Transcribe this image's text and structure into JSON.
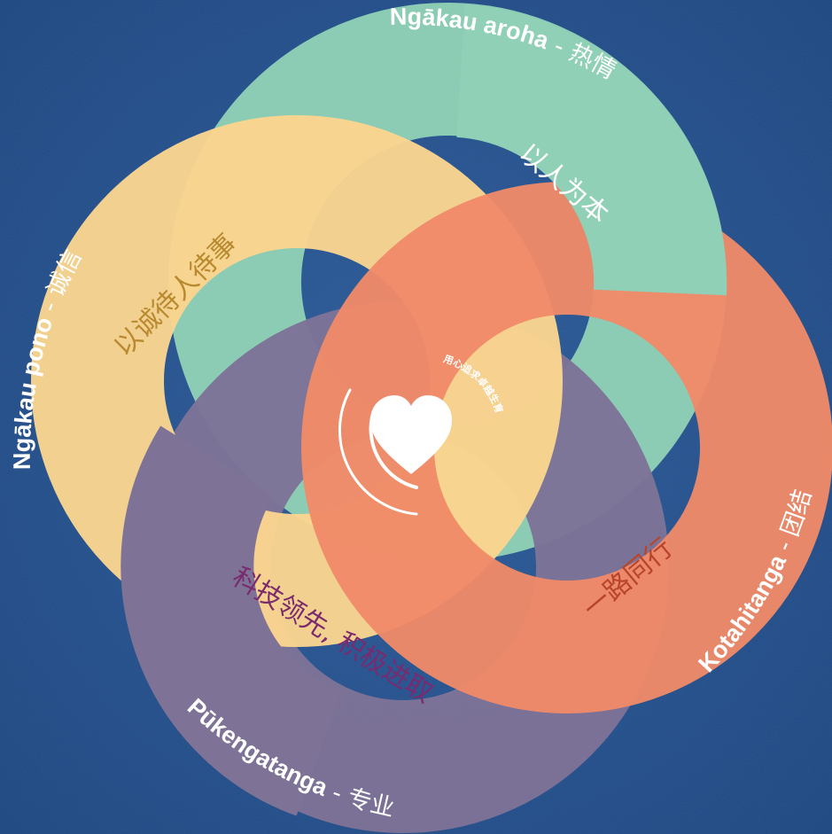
{
  "values": [
    {
      "id": "aroha",
      "maori": "Ngākau aroha",
      "separator": " - ",
      "chinese": "热情",
      "inner": "以人为本",
      "ring_color": "#8fd0b6",
      "ring_highlight": "#b3e0cc",
      "inner_text_color": "#ffffff"
    },
    {
      "id": "kotahitanga",
      "maori": "Kotahitanga",
      "separator": " - ",
      "chinese": "团结",
      "inner": "一路同行",
      "ring_color": "#f08a68",
      "ring_highlight": "#f6a487",
      "inner_text_color": "#b8442a"
    },
    {
      "id": "pukengatanga",
      "maori": "Pūkengatanga",
      "separator": " - ",
      "chinese": "专业",
      "inner": "科技领先, 积极进取",
      "ring_color": "#7e7397",
      "ring_highlight": "#9a8fb0",
      "inner_text_color": "#7a2a6e"
    },
    {
      "id": "pono",
      "maori": "Ngākau pono",
      "separator": " - ",
      "chinese": "诚信",
      "inner": "以诚待人待事",
      "ring_color": "#fbd58f",
      "ring_highlight": "#fde2aa",
      "inner_text_color": "#b9892f"
    }
  ],
  "center": {
    "text": "用心追求卓越生育",
    "icon": "heart-icon"
  },
  "background_color": "#1f4a86"
}
